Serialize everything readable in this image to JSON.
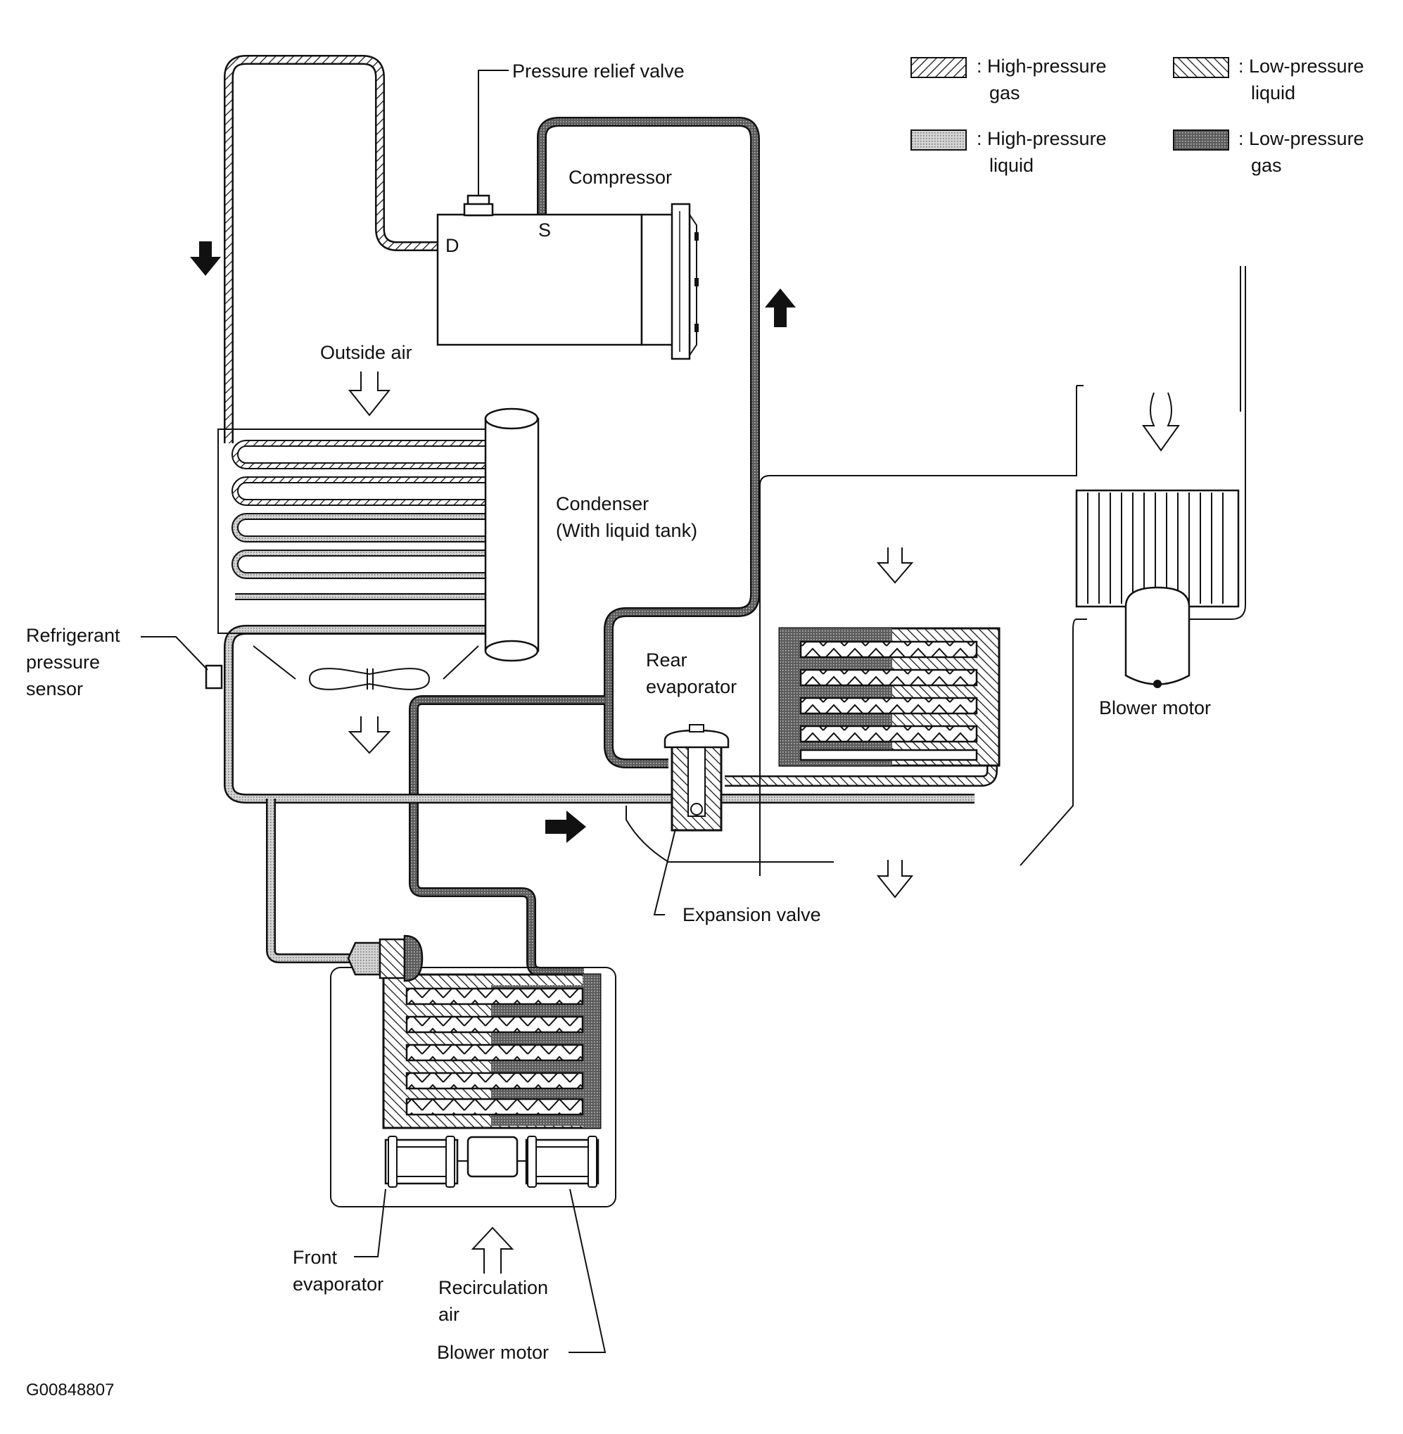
{
  "legend": {
    "items": [
      {
        "key": "hp_gas",
        "line1": ": High-pressure",
        "line2": "gas"
      },
      {
        "key": "lp_liq",
        "line1": ": Low-pressure",
        "line2": "liquid"
      },
      {
        "key": "hp_liq",
        "line1": ": High-pressure",
        "line2": "liquid"
      },
      {
        "key": "lp_gas",
        "line1": ": Low-pressure",
        "line2": "gas"
      }
    ]
  },
  "labels": {
    "pressure_relief_valve": "Pressure relief valve",
    "compressor": "Compressor",
    "discharge_port": "D",
    "suction_port": "S",
    "outside_air": "Outside air",
    "condenser_line1": "Condenser",
    "condenser_line2": "(With liquid tank)",
    "refrigerant_line1": "Refrigerant",
    "refrigerant_line2": "pressure",
    "refrigerant_line3": "sensor",
    "rear_evap_line1": "Rear",
    "rear_evap_line2": "evaporator",
    "blower_motor_rear": "Blower motor",
    "expansion_valve": "Expansion valve",
    "front_evap_line1": "Front",
    "front_evap_line2": "evaporator",
    "recirc_line1": "Recirculation",
    "recirc_line2": "air",
    "blower_motor_front": "Blower motor",
    "figure_id": "G00848807"
  },
  "colors": {
    "line": "#1a1a1a",
    "hp_liquid_fill": "#c9c9c9",
    "lp_gas_fill": "#6a6a6a"
  }
}
